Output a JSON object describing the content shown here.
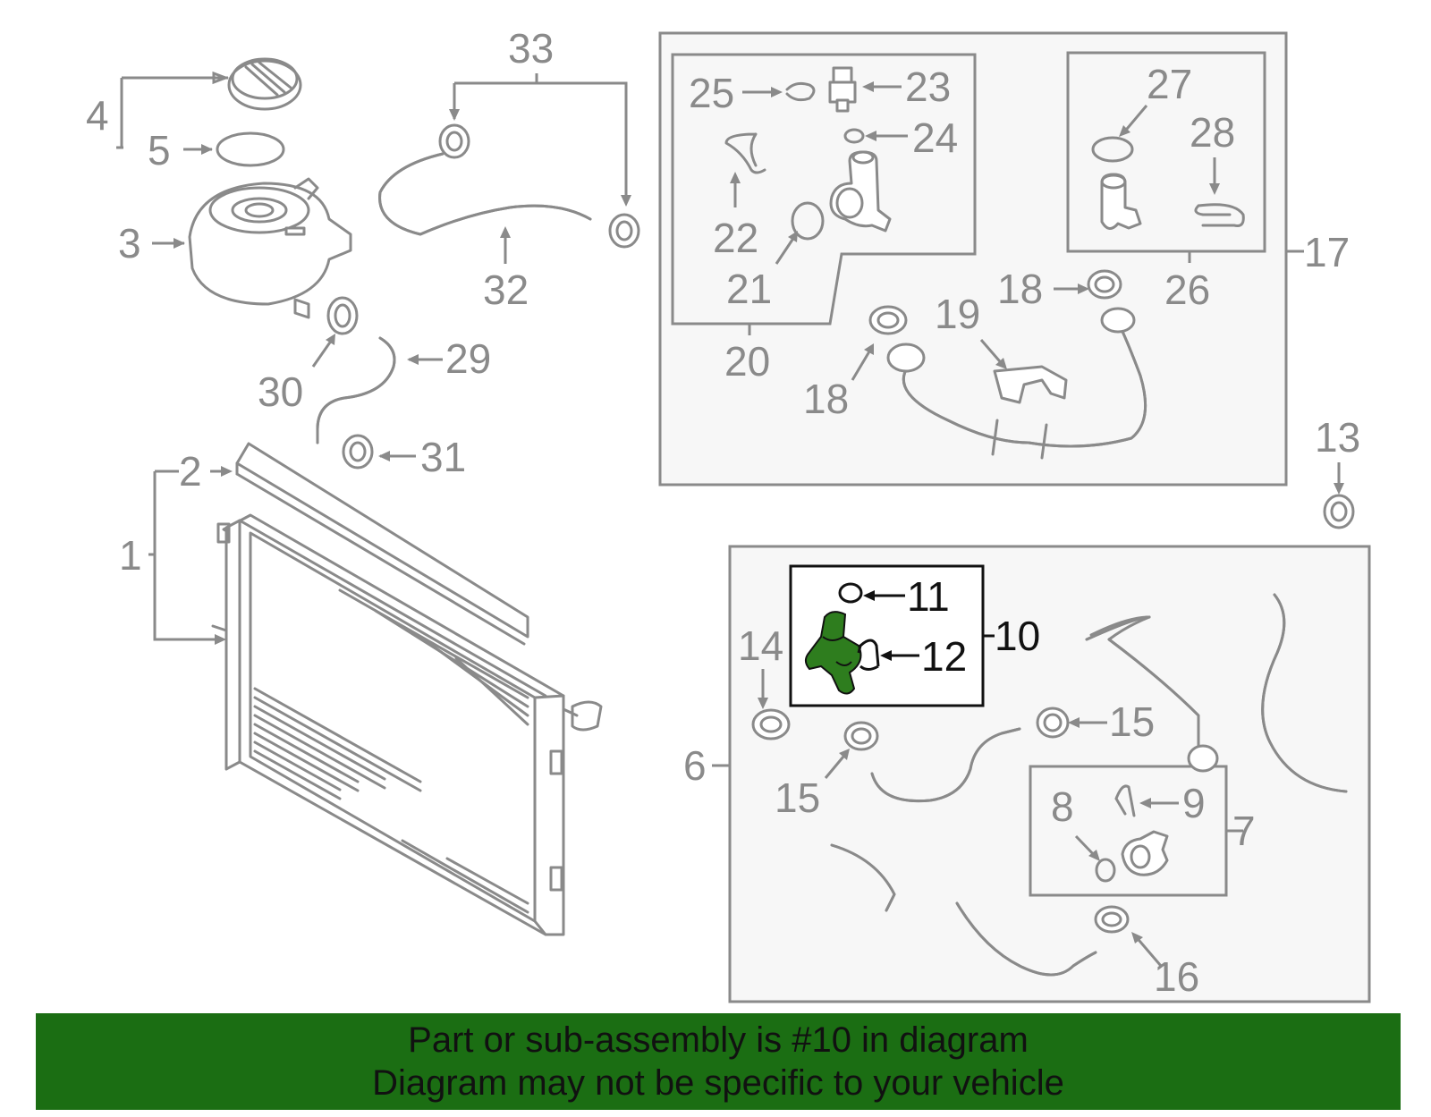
{
  "diagram": {
    "labels": {
      "n1": "1",
      "n2": "2",
      "n3": "3",
      "n4": "4",
      "n5": "5",
      "n6": "6",
      "n7": "7",
      "n8": "8",
      "n9": "9",
      "n10": "10",
      "n11": "11",
      "n12": "12",
      "n13": "13",
      "n14": "14",
      "n15a": "15",
      "n15b": "15",
      "n16": "16",
      "n17": "17",
      "n18a": "18",
      "n18b": "18",
      "n19": "19",
      "n20": "20",
      "n21": "21",
      "n22": "22",
      "n23": "23",
      "n24": "24",
      "n25": "25",
      "n26": "26",
      "n27": "27",
      "n28": "28",
      "n29": "29",
      "n30": "30",
      "n31": "31",
      "n32": "32",
      "n33": "33"
    },
    "highlighted_part": "10",
    "highlight_color": "#2e7d1e",
    "line_color": "#8a8a8a"
  },
  "banner": {
    "line1": "Part or sub-assembly is #10 in diagram",
    "line2": "Diagram may not be specific to your vehicle",
    "background": "#1b6e13"
  }
}
